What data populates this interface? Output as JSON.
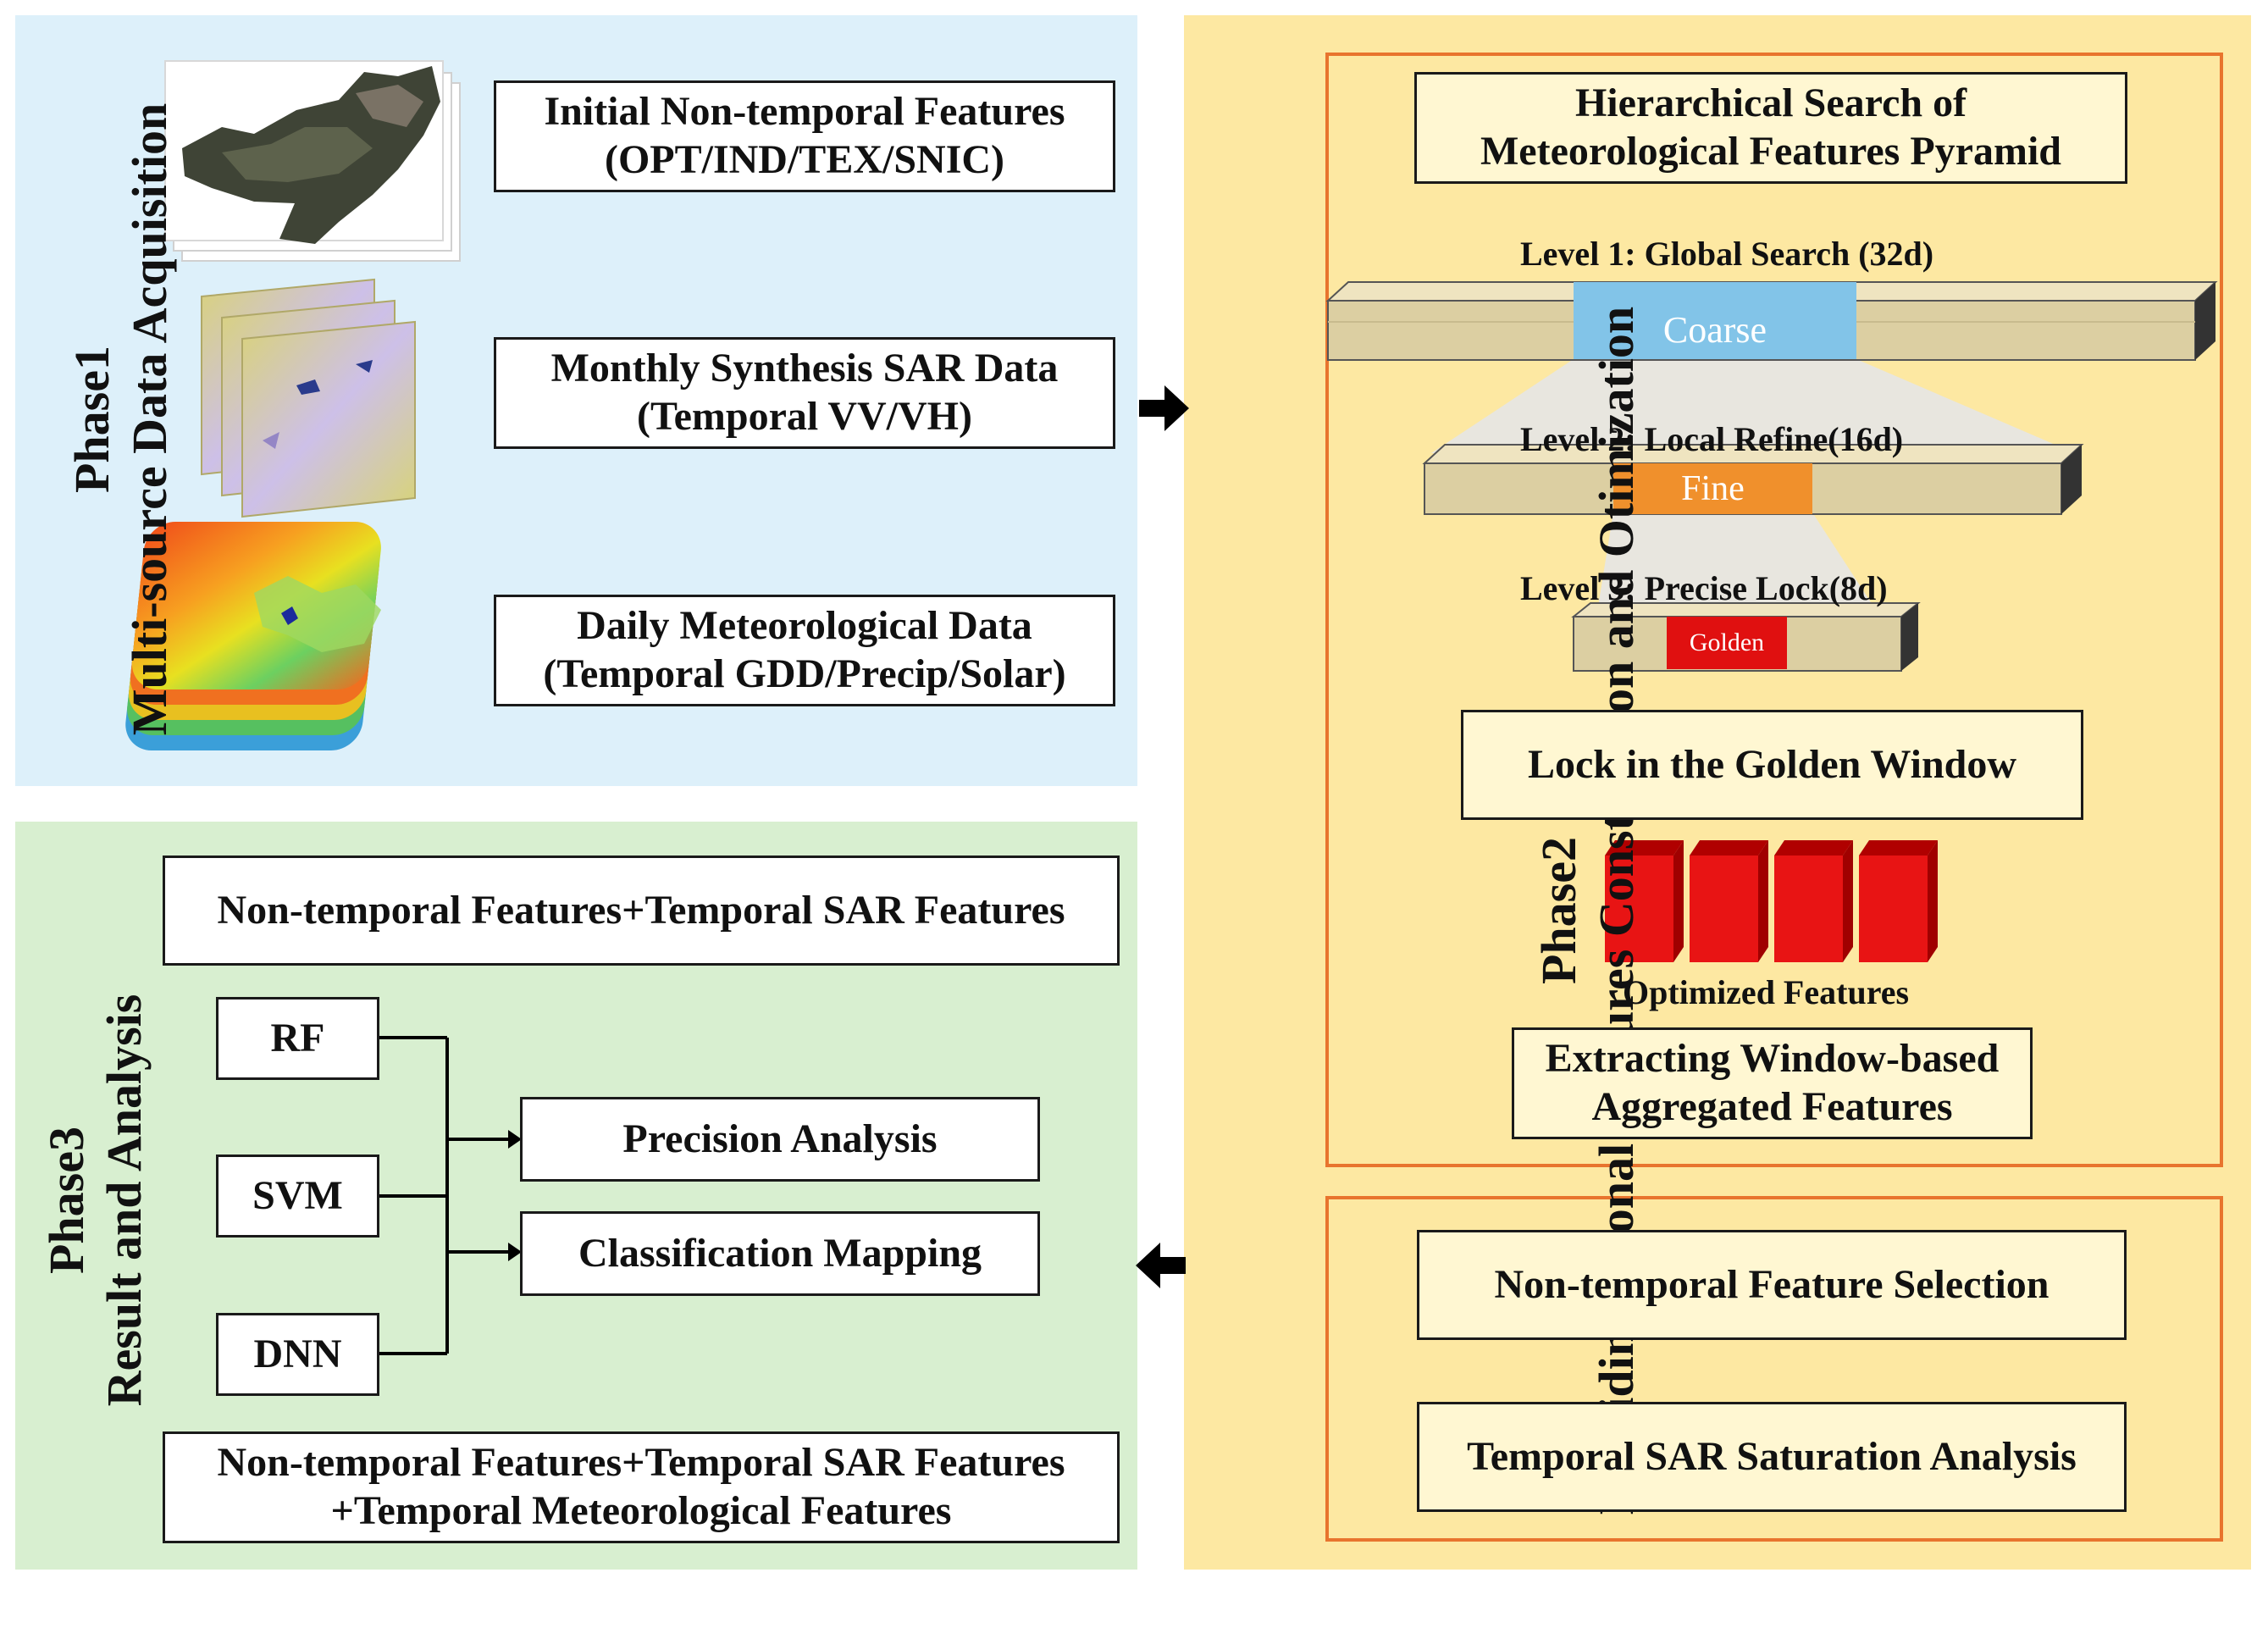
{
  "phase1": {
    "title_line1": "Phase1",
    "title_line2": "Multi-source Data Acquisition",
    "box1": {
      "line1": "Initial Non-temporal Features",
      "line2": "(OPT/IND/TEX/SNIC)"
    },
    "box2": {
      "line1": "Monthly Synthesis SAR Data",
      "line2": "(Temporal VV/VH)"
    },
    "box3": {
      "line1": "Daily Meteorological Data",
      "line2": "(Temporal GDD/Precip/Solar)"
    }
  },
  "phase2": {
    "title_line1": "Phase2",
    "title_line2": "Multidimensional Features Construction and Otimization",
    "pyramid_title": {
      "line1": "Hierarchical Search of",
      "line2": "Meteorological Features Pyramid"
    },
    "level1": {
      "label": "Level 1: Global Search (32d)",
      "window": "Coarse"
    },
    "level2": {
      "label": "Level 2: Local Refine(16d)",
      "window": "Fine"
    },
    "level3": {
      "label": "Level 3: Precise Lock(8d)",
      "window": "Golden"
    },
    "lock_box": "Lock in the Golden Window",
    "optimized_label": "Optimized Features",
    "extract_box": {
      "line1": "Extracting Window-based",
      "line2": "Aggregated Features"
    },
    "selection_box": "Non-temporal Feature Selection",
    "saturation_box": "Temporal SAR Saturation Analysis"
  },
  "phase3": {
    "title_line1": "Phase3",
    "title_line2": "Result and Analysis",
    "top_box": "Non-temporal Features+Temporal SAR Features",
    "models": [
      "RF",
      "SVM",
      "DNN"
    ],
    "precision_box": "Precision Analysis",
    "mapping_box": "Classification Mapping",
    "bottom_box": {
      "line1": "Non-temporal Features+Temporal SAR Features",
      "line2": "+Temporal Meteorological Features"
    }
  },
  "colors": {
    "phase1_bg": "#ddf0fa",
    "phase2_bg": "#fde8a2",
    "phase3_bg": "#d8efd0",
    "frame_orange": "#e8742e",
    "coarse": "#82c4e8",
    "fine": "#f0902c",
    "golden": "#e01010",
    "bar_face": "#dccfa2"
  }
}
